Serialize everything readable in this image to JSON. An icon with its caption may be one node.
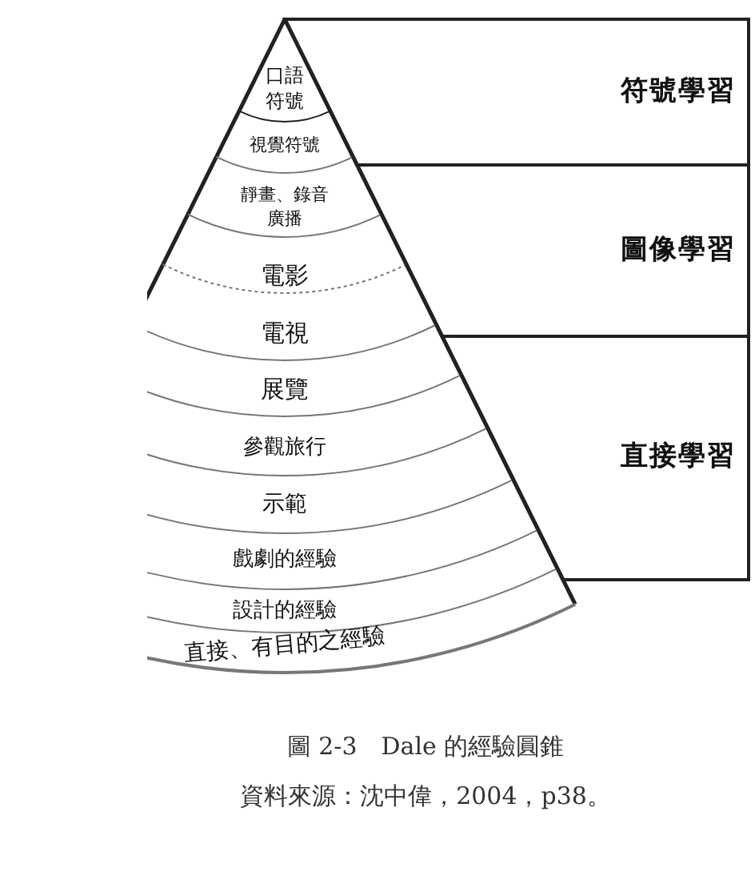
{
  "diagram": {
    "caption": "圖 2-3　Dale 的經驗圓錐",
    "nodes": [
      {
        "text": [
          "口語符號"
        ]
      },
      {
        "text": [
          "視覺符號"
        ]
      },
      {
        "text": [
          "靜畫、錄音廣播"
        ]
      },
      {
        "text": [
          "電影"
        ]
      },
      {
        "text": [
          "電視"
        ]
      },
      {
        "text": [
          "展覽"
        ]
      },
      {
        "text": [
          "參觀旅行"
        ]
      },
      {
        "text": [
          "示範"
        ]
      },
      {
        "text": [
          "戲劇的經驗"
        ]
      },
      {
        "text": [
          "設計的經驗"
        ]
      },
      {
        "text": [
          "直接、有目的之經驗"
        ]
      },
      {
        "text": [
          "符號學習"
        ]
      },
      {
        "text": [
          "圖像學習"
        ]
      },
      {
        "text": [
          "直接學習"
        ]
      }
    ],
    "edges": [],
    "labels": [
      "資料來源：沈中偉，2004，p38。"
    ]
  }
}
